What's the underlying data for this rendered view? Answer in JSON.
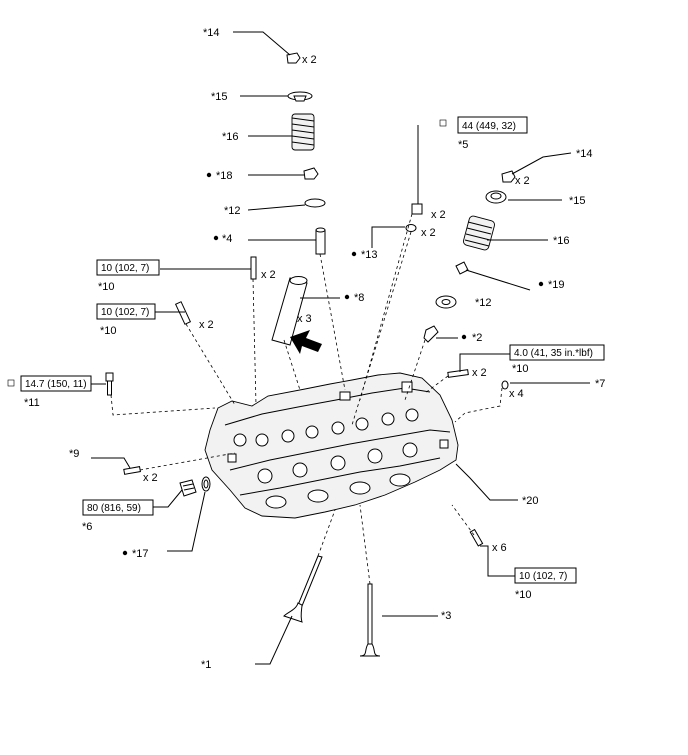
{
  "callouts": {
    "c14a": "*14",
    "c15a": "*15",
    "c16a": "*16",
    "c18": "*18",
    "c12a": "*12",
    "c4": "*4",
    "c13": "*13",
    "c8": "*8",
    "c10a": "*10",
    "c10b": "*10",
    "c11": "*11",
    "c9": "*9",
    "c6": "*6",
    "c17": "*17",
    "c1": "*1",
    "c3": "*3",
    "c5": "*5",
    "c14b": "*14",
    "c15b": "*15",
    "c16b": "*16",
    "c19": "*19",
    "c12b": "*12",
    "c2": "*2",
    "c10c": "*10",
    "c7": "*7",
    "c20": "*20",
    "c10d": "*10"
  },
  "quantities": {
    "q14a": "x 2",
    "q4": "x 2",
    "q10b": "x 2",
    "q8": "x 3",
    "q9": "x 2",
    "q5": "x 2",
    "q13": "x 2",
    "q14b": "x 2",
    "q10c": "x 2",
    "q7": "x 4",
    "q10d": "x 6"
  },
  "torque": {
    "t10a": "10 (102, 7)",
    "t10b": "10 (102, 7)",
    "t11": "14.7 (150, 11)",
    "t6": "80 (816, 59)",
    "t5": "44 (449, 32)",
    "t10c": "4.0 (41, 35 in.*lbf)",
    "t10d": "10 (102, 7)"
  },
  "colors": {
    "line": "#000000",
    "fill": "#ffffff",
    "shade": "#f2f2f2"
  }
}
